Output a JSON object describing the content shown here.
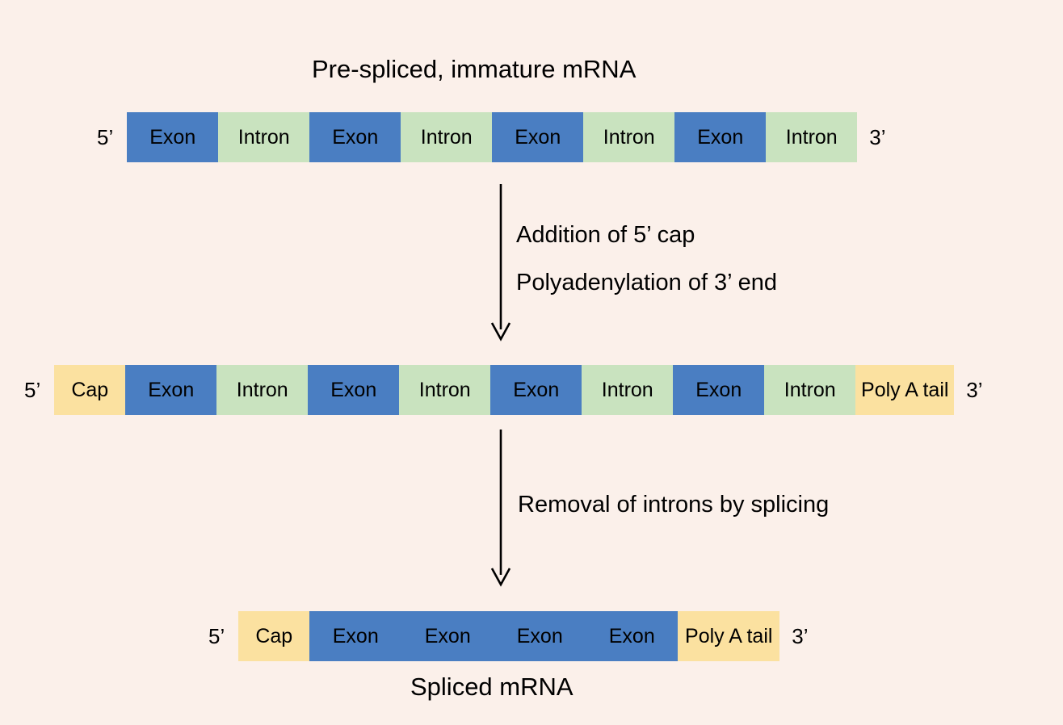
{
  "background_color": "#fbf0ea",
  "colors": {
    "exon": "#4a7ec2",
    "intron": "#c9e3bf",
    "cap": "#fbe1a0",
    "poly_a_tail": "#fbe1a0",
    "text": "#000000"
  },
  "titles": {
    "top": "Pre-spliced, immature mRNA",
    "bottom": "Spliced mRNA"
  },
  "rows": {
    "pre_spliced": {
      "five_prime": "5’",
      "three_prime": "3’",
      "segments": [
        {
          "label": "Exon",
          "type": "exon"
        },
        {
          "label": "Intron",
          "type": "intron"
        },
        {
          "label": "Exon",
          "type": "exon"
        },
        {
          "label": "Intron",
          "type": "intron"
        },
        {
          "label": "Exon",
          "type": "exon"
        },
        {
          "label": "Intron",
          "type": "intron"
        },
        {
          "label": "Exon",
          "type": "exon"
        },
        {
          "label": "Intron",
          "type": "intron"
        }
      ]
    },
    "capped_polyadenylated": {
      "five_prime": "5’",
      "three_prime": "3’",
      "segments": [
        {
          "label": "Cap",
          "type": "cap"
        },
        {
          "label": "Exon",
          "type": "exon"
        },
        {
          "label": "Intron",
          "type": "intron"
        },
        {
          "label": "Exon",
          "type": "exon"
        },
        {
          "label": "Intron",
          "type": "intron"
        },
        {
          "label": "Exon",
          "type": "exon"
        },
        {
          "label": "Intron",
          "type": "intron"
        },
        {
          "label": "Exon",
          "type": "exon"
        },
        {
          "label": "Intron",
          "type": "intron"
        },
        {
          "label": "Poly A tail",
          "type": "polya"
        }
      ]
    },
    "spliced": {
      "five_prime": "5’",
      "three_prime": "3’",
      "segments": [
        {
          "label": "Cap",
          "type": "cap"
        },
        {
          "label": "Exon",
          "type": "exon"
        },
        {
          "label": "Exon",
          "type": "exon"
        },
        {
          "label": "Exon",
          "type": "exon"
        },
        {
          "label": "Exon",
          "type": "exon"
        },
        {
          "label": "Poly A tail",
          "type": "polya"
        }
      ]
    }
  },
  "steps": {
    "step1": {
      "line1": "Addition of 5’ cap",
      "line2": "Polyadenylation of 3’ end"
    },
    "step2": {
      "line1": "Removal of introns by splicing"
    }
  }
}
